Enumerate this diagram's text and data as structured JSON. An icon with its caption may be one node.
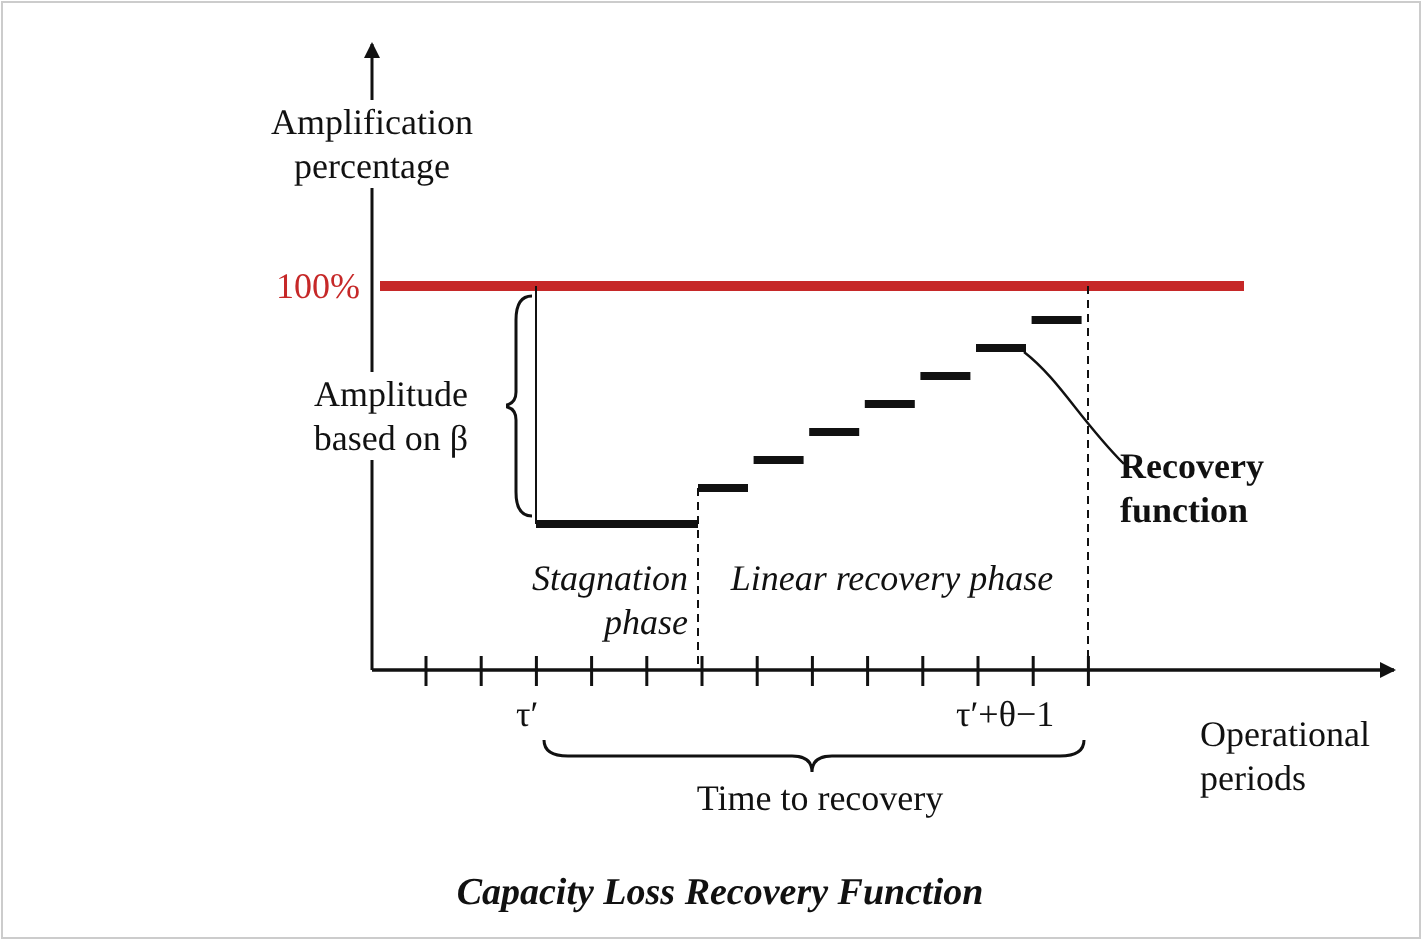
{
  "diagram": {
    "caption": "Capacity Loss Recovery Function",
    "nodes": [
      {
        "text": [
          "Recovery function"
        ]
      },
      {
        "text": [],
        "shape": "line"
      }
    ],
    "edges": [
      {
        "from": 0,
        "to": 1,
        "arrow": "none"
      }
    ],
    "labels": [
      "Amplification percentage",
      "100%",
      "Amplitude based on β",
      "Stagnation phase",
      "Linear recovery phase",
      "τ′",
      "τ′+θ−1",
      "Operational periods",
      "Time to recovery"
    ]
  }
}
